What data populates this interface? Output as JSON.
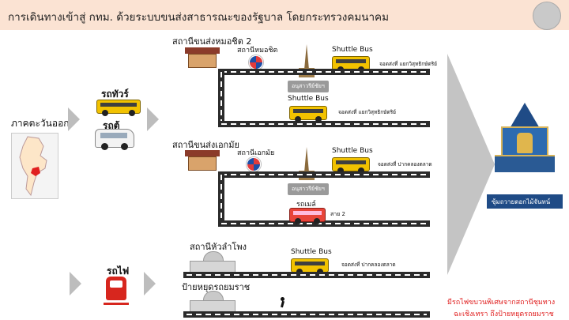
{
  "header": {
    "title": "การเดินทางเข้าสู่ กทม. ด้วยระบบขนส่งสาธารณะของรัฐบาล โดยกระทรวงคมนาคม"
  },
  "left": {
    "region": "ภาคตะวันออก"
  },
  "modes": {
    "tour_bus": "รถทัวร์",
    "van": "รถตู้",
    "train": "รถไฟ"
  },
  "section1": {
    "terminal": "สถานีขนส่งหมอชิต 2",
    "bts_station": "สถานีหมอชิต",
    "monument": "อนุสาวรีย์ชัยฯ",
    "shuttle_top": "Shuttle Bus",
    "stop_top": "จอดส่งที่ แยกวิสุทธิกษัตริย์",
    "shuttle_bottom": "Shuttle Bus",
    "stop_bottom": "จอดส่งที่ แยกวิสุทธิกษัตริย์"
  },
  "section2": {
    "terminal": "สถานีขนส่งเอกมัย",
    "bts_station": "สถานีเอกมัย",
    "monument": "อนุสาวรีย์ชัยฯ",
    "shuttle": "Shuttle Bus",
    "stop": "จอดส่งที่ ปากคลองตลาด",
    "city_bus": "รถเมล์",
    "line": "สาย 2"
  },
  "section3": {
    "station": "สถานีหัวลำโพง",
    "shuttle": "Shuttle Bus",
    "stop": "จอดส่งที่ ปากคลองตลาด",
    "halt": "ป้ายหยุดรถยมราช"
  },
  "destination": {
    "name": "ซุ้มถวายดอกไม้จันทน์"
  },
  "note": {
    "line1": "มีรถไฟขบวนพิเศษจากสถานีชุมทาง",
    "line2": "ฉะเชิงเทรา ถึงป้ายหยุดรถยมราช"
  },
  "colors": {
    "header_bg": "#fbe3d3",
    "note_red": "#e02020",
    "bus_yellow": "#f2c200"
  }
}
